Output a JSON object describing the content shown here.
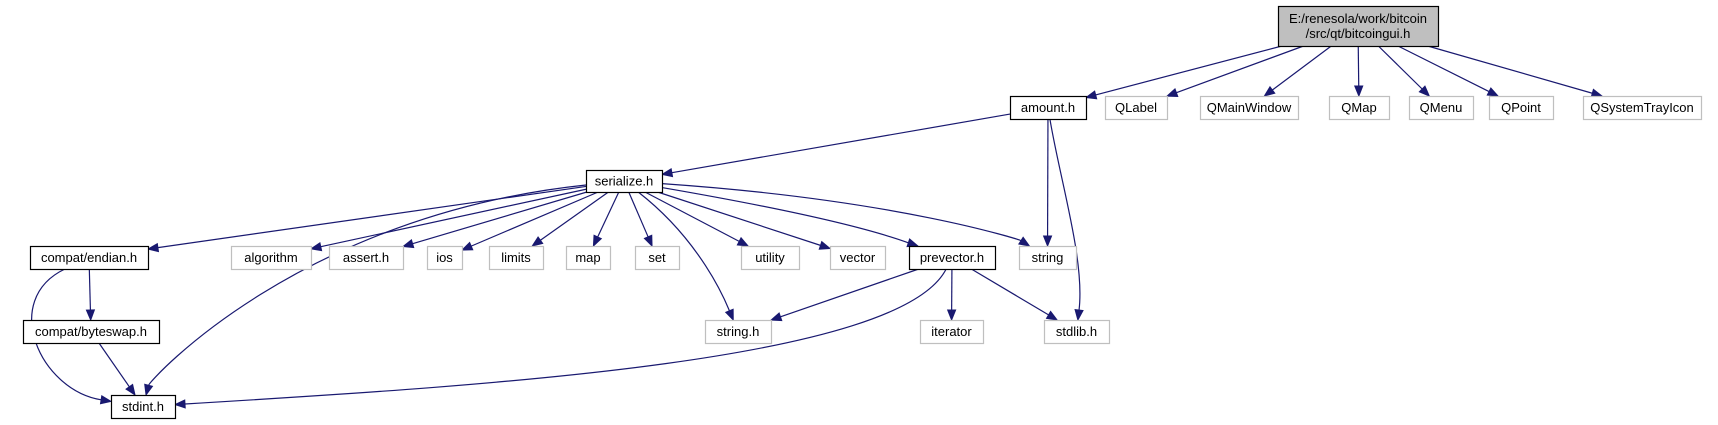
{
  "diagram": {
    "type": "include-dependency-graph",
    "colors": {
      "edge": "#191970",
      "documented_border": "#000000",
      "external_border": "#bfbfbf",
      "root_fill": "#bfbfbf"
    },
    "nodes": [
      {
        "id": "root",
        "kind": "root",
        "lines": [
          "E:/renesola/work/bitcoin",
          "/src/qt/bitcoingui.h"
        ]
      },
      {
        "id": "amount",
        "kind": "doc",
        "lines": [
          "amount.h"
        ]
      },
      {
        "id": "qlabel",
        "kind": "ext",
        "lines": [
          "QLabel"
        ]
      },
      {
        "id": "qmainwindow",
        "kind": "ext",
        "lines": [
          "QMainWindow"
        ]
      },
      {
        "id": "qmap",
        "kind": "ext",
        "lines": [
          "QMap"
        ]
      },
      {
        "id": "qmenu",
        "kind": "ext",
        "lines": [
          "QMenu"
        ]
      },
      {
        "id": "qpoint",
        "kind": "ext",
        "lines": [
          "QPoint"
        ]
      },
      {
        "id": "qsystemtrayicon",
        "kind": "ext",
        "lines": [
          "QSystemTrayIcon"
        ]
      },
      {
        "id": "serialize",
        "kind": "doc",
        "lines": [
          "serialize.h"
        ]
      },
      {
        "id": "endian",
        "kind": "doc",
        "lines": [
          "compat/endian.h"
        ]
      },
      {
        "id": "algorithm",
        "kind": "ext",
        "lines": [
          "algorithm"
        ]
      },
      {
        "id": "assert",
        "kind": "ext",
        "lines": [
          "assert.h"
        ]
      },
      {
        "id": "ios",
        "kind": "ext",
        "lines": [
          "ios"
        ]
      },
      {
        "id": "limits",
        "kind": "ext",
        "lines": [
          "limits"
        ]
      },
      {
        "id": "map",
        "kind": "ext",
        "lines": [
          "map"
        ]
      },
      {
        "id": "set",
        "kind": "ext",
        "lines": [
          "set"
        ]
      },
      {
        "id": "utility",
        "kind": "ext",
        "lines": [
          "utility"
        ]
      },
      {
        "id": "vector",
        "kind": "ext",
        "lines": [
          "vector"
        ]
      },
      {
        "id": "prevector",
        "kind": "doc",
        "lines": [
          "prevector.h"
        ]
      },
      {
        "id": "string",
        "kind": "ext",
        "lines": [
          "string"
        ]
      },
      {
        "id": "byteswap",
        "kind": "doc",
        "lines": [
          "compat/byteswap.h"
        ]
      },
      {
        "id": "stringh",
        "kind": "ext",
        "lines": [
          "string.h"
        ]
      },
      {
        "id": "iterator",
        "kind": "ext",
        "lines": [
          "iterator"
        ]
      },
      {
        "id": "stdlib",
        "kind": "ext",
        "lines": [
          "stdlib.h"
        ]
      },
      {
        "id": "stdint",
        "kind": "doc",
        "lines": [
          "stdint.h"
        ]
      }
    ],
    "edges": [
      [
        "root",
        "amount"
      ],
      [
        "root",
        "qlabel"
      ],
      [
        "root",
        "qmainwindow"
      ],
      [
        "root",
        "qmap"
      ],
      [
        "root",
        "qmenu"
      ],
      [
        "root",
        "qpoint"
      ],
      [
        "root",
        "qsystemtrayicon"
      ],
      [
        "amount",
        "serialize"
      ],
      [
        "amount",
        "string"
      ],
      [
        "amount",
        "stdlib"
      ],
      [
        "serialize",
        "endian"
      ],
      [
        "serialize",
        "algorithm"
      ],
      [
        "serialize",
        "assert"
      ],
      [
        "serialize",
        "ios"
      ],
      [
        "serialize",
        "limits"
      ],
      [
        "serialize",
        "map"
      ],
      [
        "serialize",
        "set"
      ],
      [
        "serialize",
        "stringh"
      ],
      [
        "serialize",
        "utility"
      ],
      [
        "serialize",
        "vector"
      ],
      [
        "serialize",
        "prevector"
      ],
      [
        "serialize",
        "string"
      ],
      [
        "serialize",
        "stdint"
      ],
      [
        "endian",
        "byteswap"
      ],
      [
        "endian",
        "stdint"
      ],
      [
        "byteswap",
        "stdint"
      ],
      [
        "prevector",
        "stringh"
      ],
      [
        "prevector",
        "iterator"
      ],
      [
        "prevector",
        "stdlib"
      ],
      [
        "prevector",
        "stdint"
      ]
    ]
  }
}
